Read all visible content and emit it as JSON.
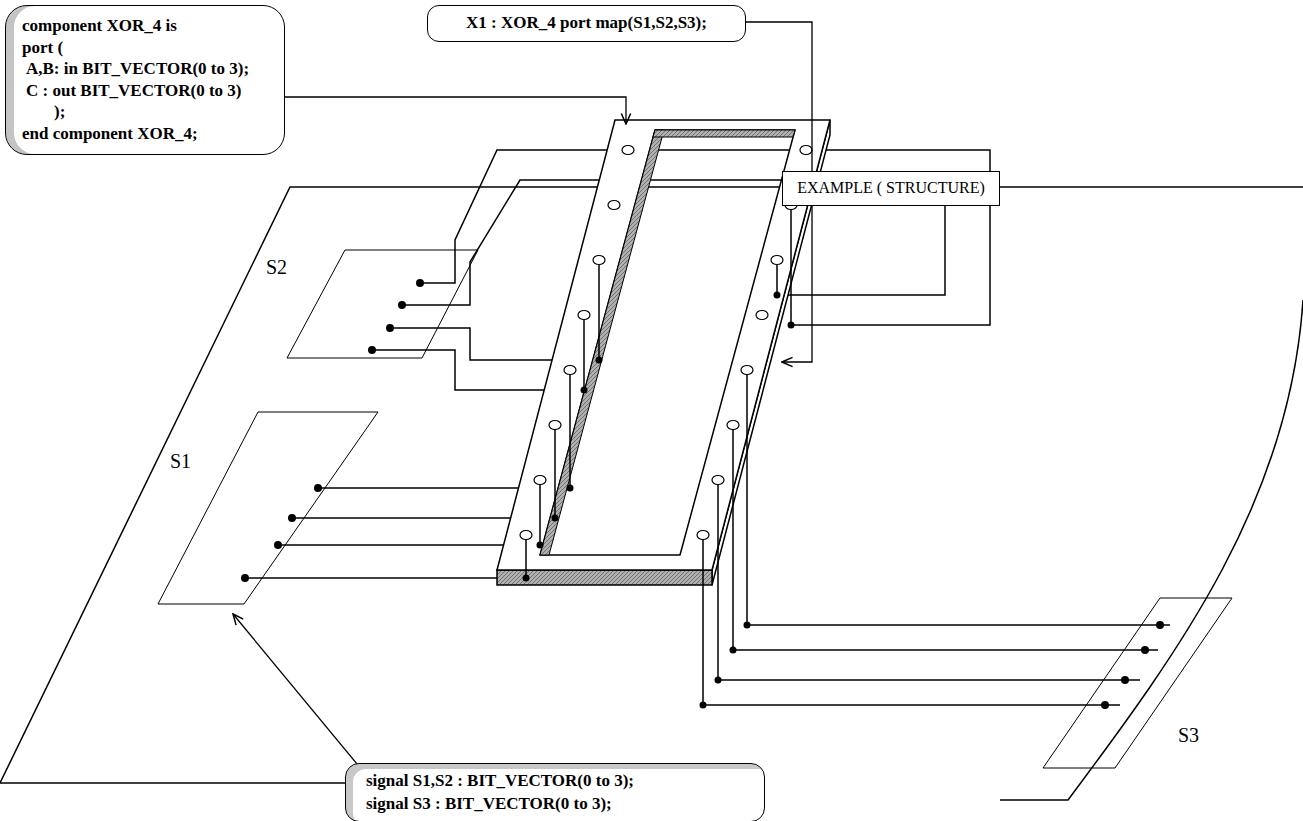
{
  "diagram": {
    "nodes": [
      {
        "text": [
          "component XOR_4 is",
          "port (",
          "A,B: in BIT_VECTOR(0 to 3);",
          "C : out BIT_VECTOR(0 to 3)",
          ");",
          "end component XOR_4;"
        ]
      },
      {
        "text": [
          "X1 : XOR_4 port map(S1,S2,S3);"
        ]
      },
      {
        "text": [
          "EXAMPLE ( STRUCTURE)"
        ]
      },
      {
        "text": [
          "signal S1,S2 : BIT_VECTOR(0 to 3);",
          "signal S3 : BIT_VECTOR(0 to 3);"
        ]
      }
    ],
    "labels": [
      "S2",
      "S1",
      "S3"
    ]
  }
}
